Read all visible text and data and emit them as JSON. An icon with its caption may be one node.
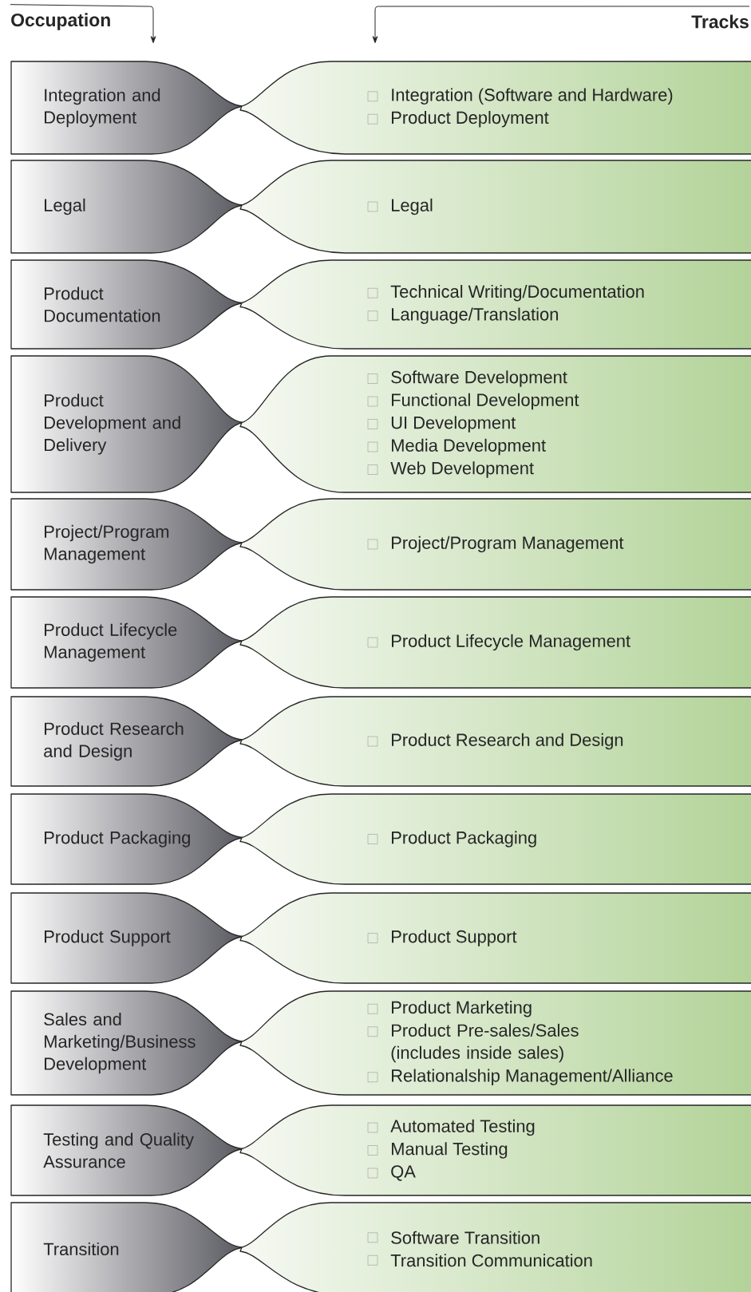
{
  "diagram": {
    "nodes": [
      {
        "text": [
          "Occupation"
        ]
      },
      {
        "text": [
          "Tracks"
        ]
      },
      {
        "text": [
          "Integration and Deployment"
        ]
      },
      {
        "text": [
          "Integration (Software and Hardware)",
          "Product Deployment"
        ]
      },
      {
        "text": [
          "Legal"
        ]
      },
      {
        "text": [
          "Legal"
        ]
      },
      {
        "text": [
          "Product Documentation"
        ]
      },
      {
        "text": [
          "Technical Writing/Documentation",
          "Language/Translation"
        ]
      },
      {
        "text": [
          "Product Development and Delivery"
        ]
      },
      {
        "text": [
          "Software Development",
          "Functional Development",
          "UI Development",
          "Media Development",
          "Web Development"
        ]
      },
      {
        "text": [
          "Project/Program Management"
        ]
      },
      {
        "text": [
          "Project/Program Management"
        ]
      },
      {
        "text": [
          "Product Lifecycle Management"
        ]
      },
      {
        "text": [
          "Product Lifecycle Management"
        ]
      },
      {
        "text": [
          "Product Research and Design"
        ]
      },
      {
        "text": [
          "Product Research and Design"
        ]
      },
      {
        "text": [
          "Product Packaging"
        ]
      },
      {
        "text": [
          "Product Packaging"
        ]
      },
      {
        "text": [
          "Product Support"
        ]
      },
      {
        "text": [
          "Product Support"
        ]
      },
      {
        "text": [
          "Sales and Marketing/Business Development"
        ]
      },
      {
        "text": [
          "Product Marketing",
          "Product Pre-sales/Sales (includes inside sales)",
          "Relationalship Management/Alliance"
        ]
      },
      {
        "text": [
          "Testing and Quality Assurance"
        ]
      },
      {
        "text": [
          "Automated Testing",
          "Manual Testing",
          "QA"
        ]
      },
      {
        "text": [
          "Transition"
        ]
      },
      {
        "text": [
          "Software Transition",
          "Transition Communication"
        ]
      }
    ],
    "edges": [
      {
        "from": 0,
        "to": null,
        "arrow": "to"
      },
      {
        "from": 1,
        "to": null,
        "arrow": "to"
      }
    ]
  }
}
